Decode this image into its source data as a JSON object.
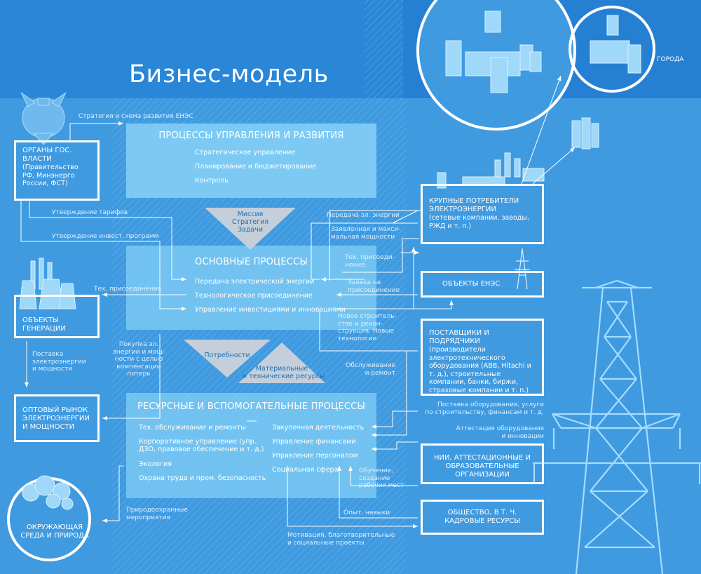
{
  "title": "Бизнес-модель",
  "colors": {
    "background": "#3f9ae0",
    "header_band": "#2580d3",
    "panel_light": "#7ccaf3",
    "panel_mid": "#62b8ef",
    "triangle": "#bcc9d6",
    "line": "#ffffff"
  },
  "panels": {
    "management": {
      "title": "Процессы управления и развития",
      "items": [
        "Стратегическое управление",
        "Планирование и бюджетирование",
        "Контроль"
      ]
    },
    "core": {
      "title": "Основные процессы",
      "items": [
        "Передача электрической энергии",
        "Технологическое присоединение",
        "Управление инвестициями и инновациями"
      ]
    },
    "support": {
      "title": "Ресурсные и вспомогательные процессы",
      "left_items": [
        "Тех. обслуживание и ремонты",
        "Корпоративное управление (упр. ДЗО, правовое обеспечение и т. д.)",
        "Экология",
        "Охрана труда и пром. безопасность"
      ],
      "right_items": [
        "Закупочная деятельность",
        "Управление финансами",
        "Управление персоналом",
        "Социальная сфера"
      ]
    }
  },
  "triangles": {
    "mission": [
      "Миссия",
      "Стратегия",
      "Задачи"
    ],
    "needs": "Потребности",
    "resources": [
      "Материальные",
      "и технические ресурсы"
    ]
  },
  "actors": {
    "gov": {
      "title": "Органы гос. власти",
      "sub": "(Правительство РФ, Минэнерго России, ФСТ)"
    },
    "generation": {
      "title": "Объекты генерации"
    },
    "wholesale": {
      "title": "Оптовый рынок электроэнергии и мощности"
    },
    "environment": {
      "title": "Окружающая среда и природа"
    },
    "consumers": {
      "title": "Крупные потребители электроэнергии",
      "sub": "(сетевые компании, заводы, РЖД и т. п.)"
    },
    "ens_objects": {
      "title": "Объекты ЕНЭС"
    },
    "suppliers": {
      "title": "Поставщики и подрядчики",
      "sub": "(производители электротехнического оборудования (ABB, Hitachi и т. д.), строительные компании, банки, биржи, страховые компании и т. п.)"
    },
    "research": {
      "title": "НИИ, аттестационные и образовательные организации"
    },
    "society": {
      "title": "Общество, в т. ч. кадровые ресурсы"
    },
    "cities": {
      "title": "Города"
    }
  },
  "flows": {
    "strategy": "Стратегия и схема развития ЕНЭС",
    "tariffs": "Утверждение тарифов",
    "invest_programs": "Утверждение инвест. программ",
    "tech_connection_gen": "Тех. присоединение",
    "supply_power": [
      "Поставка",
      "электроэнергии",
      "и мощности"
    ],
    "purchase": [
      "Покупка эл.",
      "энергии и мощ-",
      "ности с целью",
      "компенсации",
      "потерь"
    ],
    "nature_measures": [
      "Природоохранные",
      "мероприятия"
    ],
    "power_transfer": "Передача эл. энергии",
    "declared_power": [
      "Заявленная и макси-",
      "мальная мощности"
    ],
    "tech_connection_cons": [
      "Тех. присоеди-",
      "нение"
    ],
    "connection_request": [
      "Заявка на",
      "присоединение"
    ],
    "new_construction": [
      "Новое строитель-",
      "ство и рекон-",
      "струкция. Новые",
      "технологии"
    ],
    "service_repair": [
      "Обслуживание",
      "и ремонт"
    ],
    "equipment_supply": [
      "Поставка оборудования, услуги",
      "по строительству, финансам и т. д."
    ],
    "attestation": [
      "Аттестация оборудования",
      "и инновации"
    ],
    "training": [
      "Обучение,",
      "создание",
      "рабочих мест"
    ],
    "experience": "Опыт, навыки",
    "motivation": [
      "Мотивация, благотворительные",
      "и социальные проекты"
    ]
  }
}
